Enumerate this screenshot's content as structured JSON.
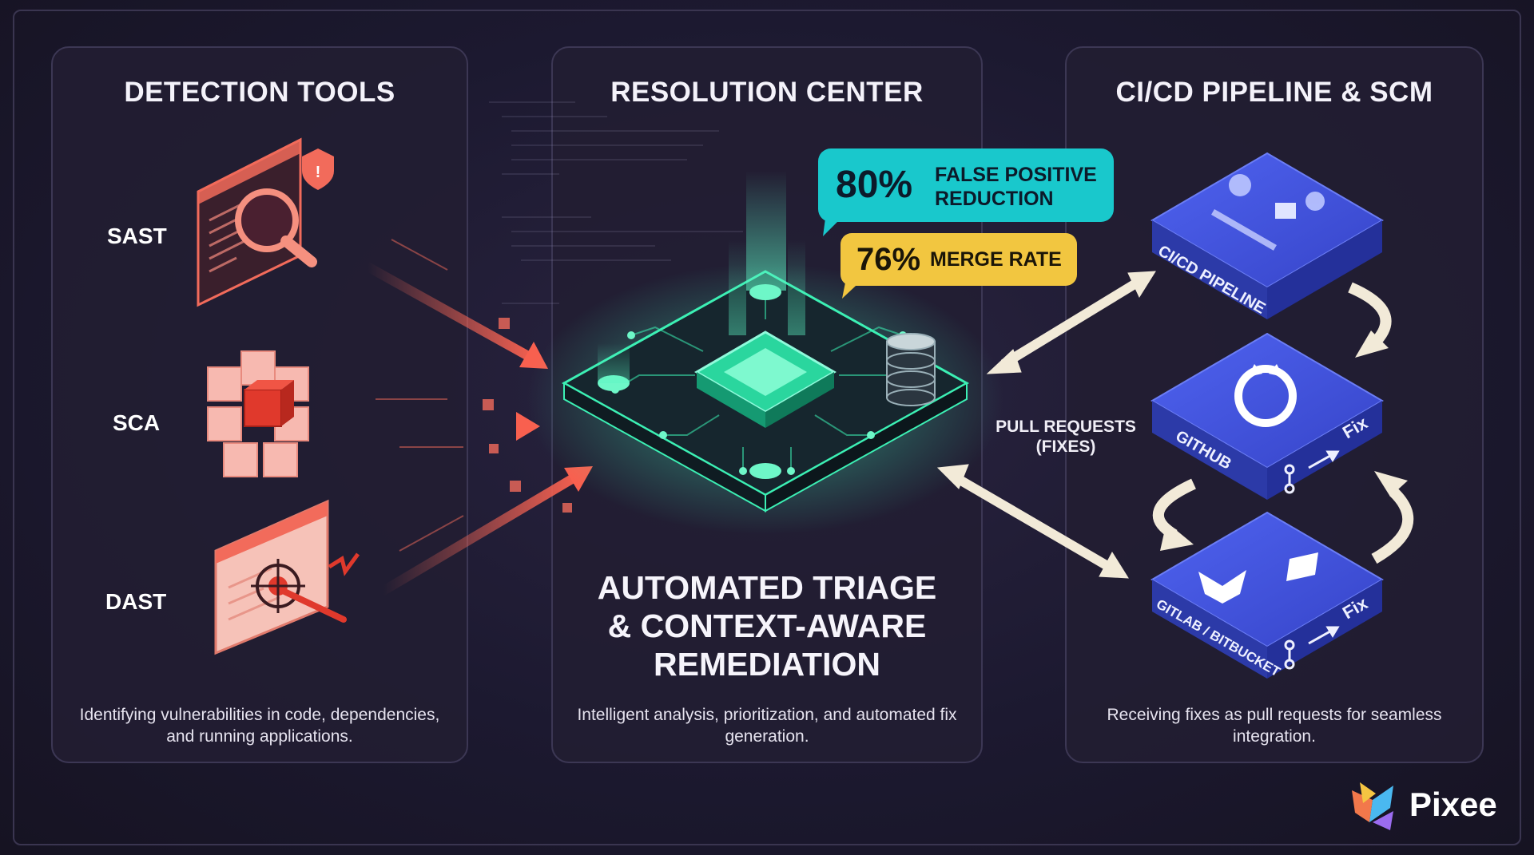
{
  "panels": {
    "detection": {
      "title": "DETECTION TOOLS",
      "description": "Identifying vulnerabilities in code, dependencies, and running applications.",
      "tools": [
        "SAST",
        "SCA",
        "DAST"
      ]
    },
    "resolution": {
      "title": "RESOLUTION CENTER",
      "headline": [
        "AUTOMATED TRIAGE",
        "& CONTEXT-AWARE",
        "REMEDIATION"
      ],
      "description": "Intelligent analysis, prioritization, and automated fix generation.",
      "stats": {
        "false_positive": {
          "value": "80%",
          "label_lines": [
            "FALSE POSITIVE",
            "REDUCTION"
          ]
        },
        "merge_rate": {
          "value": "76%",
          "label": "MERGE RATE"
        }
      }
    },
    "cicd": {
      "title": "CI/CD PIPELINE & SCM",
      "description": "Receiving fixes as pull requests for seamless integration.",
      "pull_requests_label": [
        "PULL REQUESTS",
        "(FIXES)"
      ],
      "tiles": [
        {
          "label": "CI/CD PIPELINE"
        },
        {
          "label": "GITHUB",
          "fix": "Fix"
        },
        {
          "label": "GITLAB / BITBUCKET",
          "fix": "Fix"
        }
      ]
    }
  },
  "brand": {
    "name": "Pixee"
  },
  "colors": {
    "background": "#1c1930",
    "panel": "#221e32",
    "detection_red": "#f26b5b",
    "chip_green": "#3cf0b4",
    "stat_cyan": "#19c8cc",
    "stat_yellow": "#f2c640",
    "tile_blue": "#3b4fd8",
    "arrow_cream": "#f2ead8"
  }
}
